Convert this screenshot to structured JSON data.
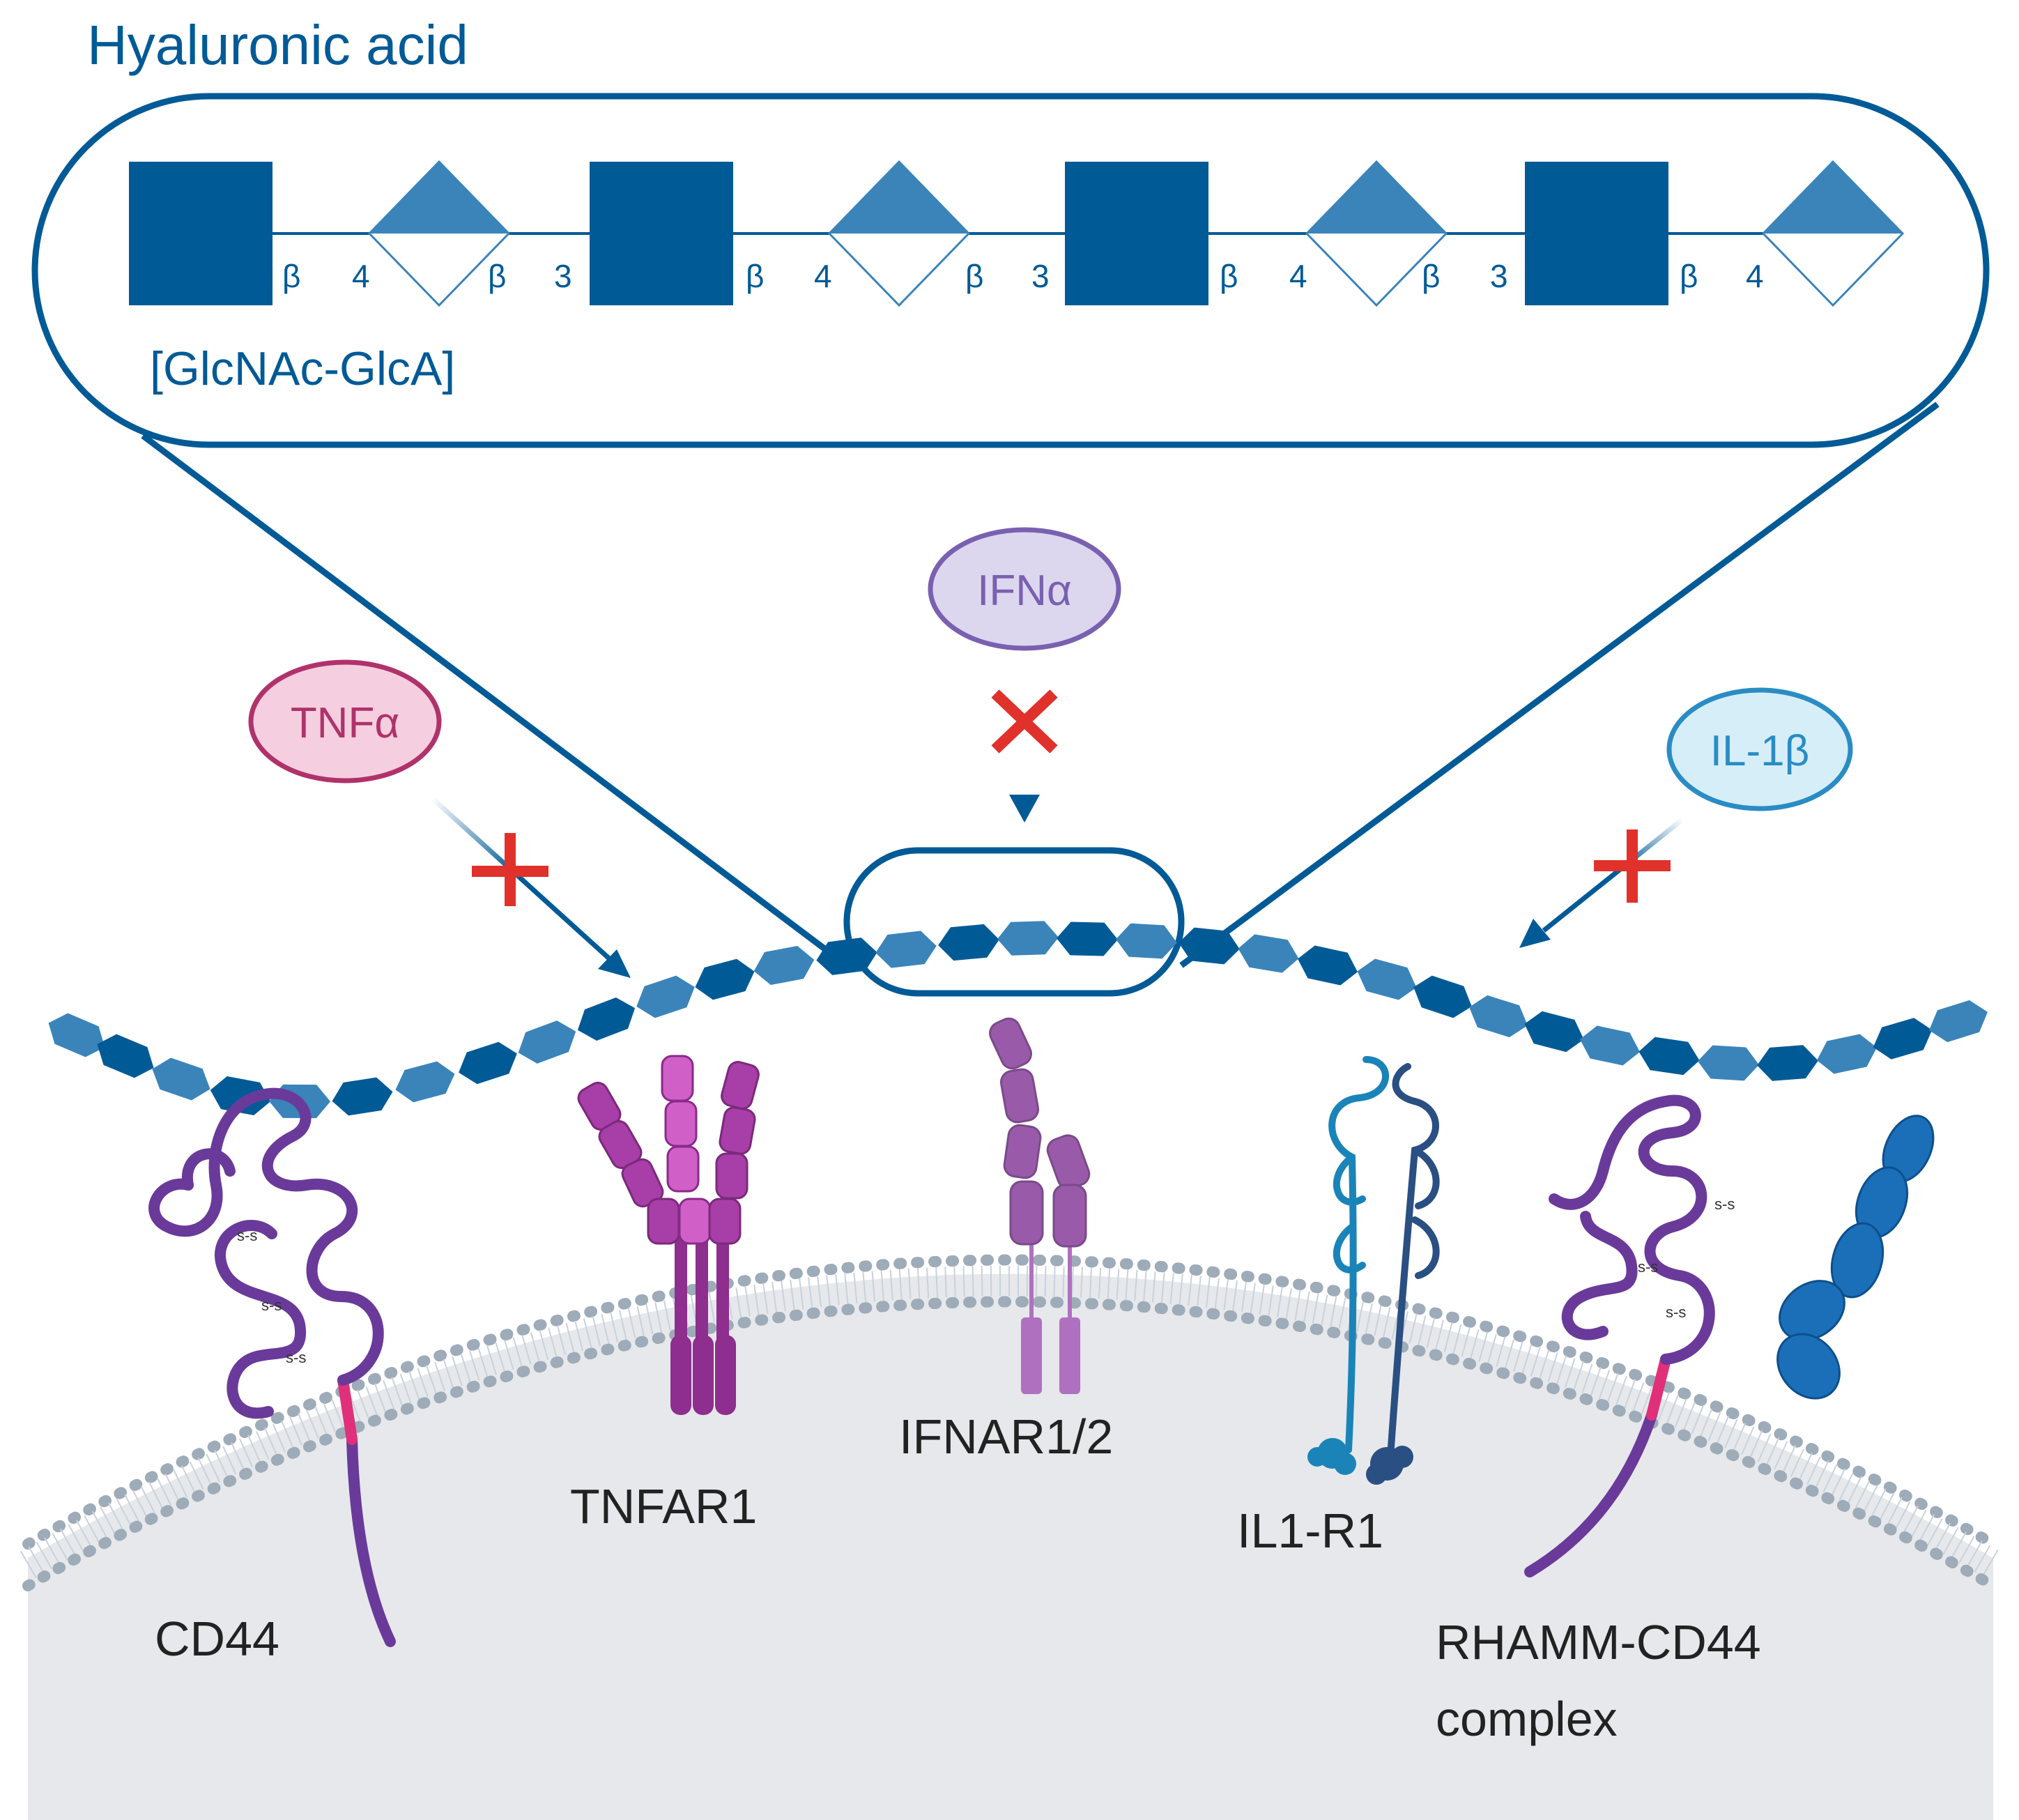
{
  "title": "Hyaluronic acid",
  "disaccharide_label": "[GlcNAc-GlcA]",
  "linkage_labels": {
    "beta": "β",
    "four": "4",
    "three": "3"
  },
  "ligands": {
    "tnf": "TNFα",
    "ifn": "IFNα",
    "il1": "IL-1β"
  },
  "receptors": {
    "cd44": "CD44",
    "tnfar1": "TNFAR1",
    "ifnar": "IFNAR1/2",
    "il1r1": "IL1-R1",
    "rhamm_line1": "RHAMM-CD44",
    "rhamm_line2": "complex"
  },
  "disulfide_label": "s-s",
  "colors": {
    "ha_dark": "#005a96",
    "ha_light": "#3a84ba",
    "inhibit_red": "#e0312a",
    "tnf_fill": "#f5cfe0",
    "tnf_stroke": "#b0326b",
    "ifn_fill": "#dcd7ef",
    "ifn_stroke": "#7a60b0",
    "il1_fill": "#d6eef8",
    "il1_stroke": "#2a8cc4",
    "cd44_purple": "#6a3a9a",
    "cd44_tm_pink": "#e0307a",
    "tnfr_purple": "#8e2e8e",
    "ifnar_purple": "#9a5aaa",
    "il1r_teal": "#1a84b8",
    "il1r_navy": "#2a4f82",
    "rhamm_blue": "#1a6fb8",
    "cell_fill": "#e6e8eb",
    "membrane": "#9eabb8"
  }
}
